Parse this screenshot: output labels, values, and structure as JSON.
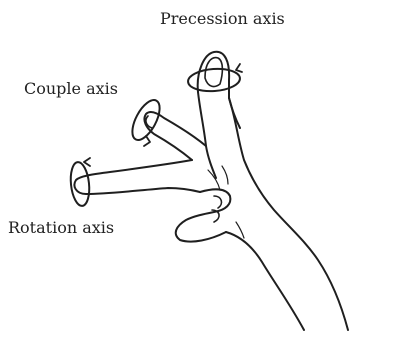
{
  "labels": {
    "precession": "Precession axis",
    "couple": "Couple axis",
    "rotation": "Rotation axis"
  },
  "colors": {
    "line": "#1f1f1f",
    "text": "#222222",
    "background": "#ffffff"
  }
}
